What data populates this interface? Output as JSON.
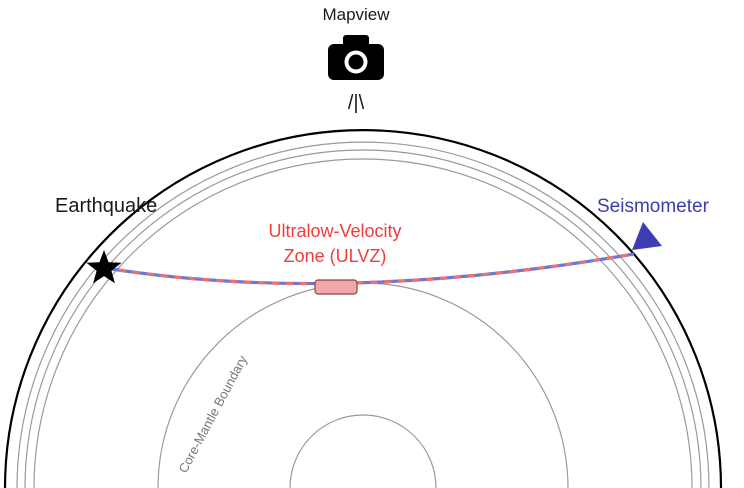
{
  "labels": {
    "mapview": "Mapview",
    "view_rays": "/|\\",
    "earthquake": "Earthquake",
    "seismometer": "Seismometer",
    "ulvz_line1": "Ultralow-Velocity",
    "ulvz_line2": "Zone (ULVZ)",
    "cmb": "Core-Mantle Boundary"
  },
  "icons": {
    "camera": "camera-icon",
    "earthquake": "star-icon",
    "seismometer": "triangle-icon"
  },
  "colors": {
    "text": "#1a1a1a",
    "earth_lines": "#000000",
    "inner_shells": "#9a9a9a",
    "ulvz_red": "#f03c3c",
    "ray_blue": "#6a78d8",
    "seismometer": "#3b3db0",
    "cmb_label": "#777777"
  }
}
